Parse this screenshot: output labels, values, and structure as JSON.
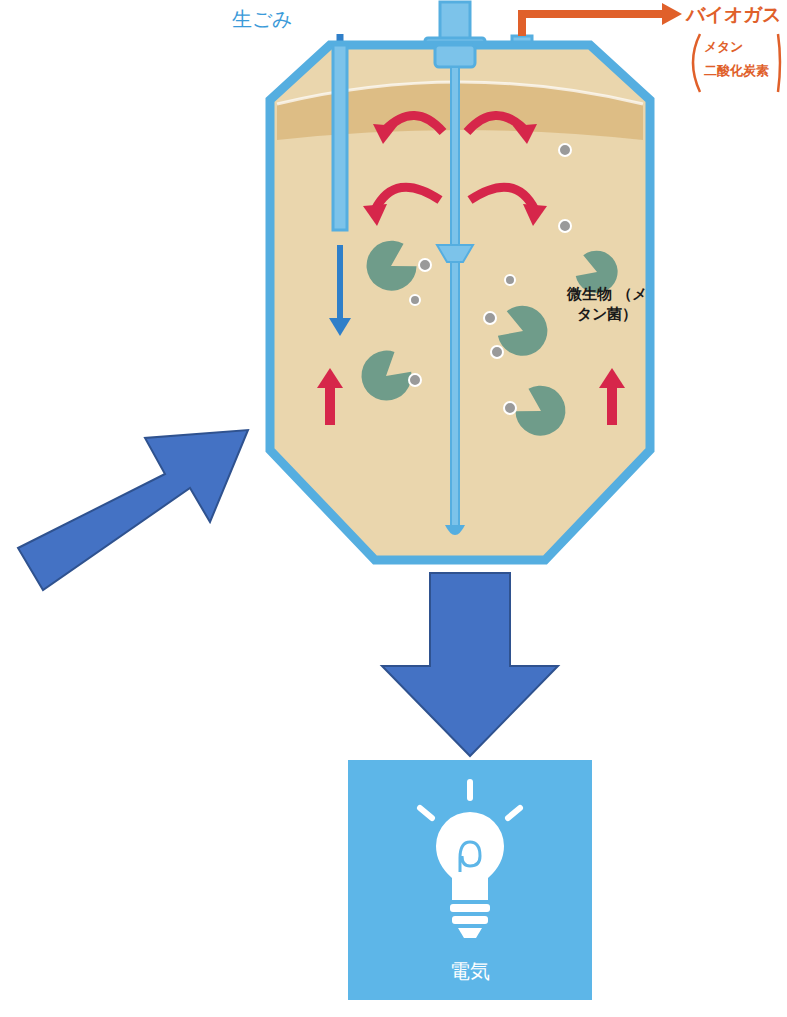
{
  "diagram": {
    "nodes": [
      {
        "text": [
          "微生物 （メタン菌）"
        ]
      },
      {
        "text": [
          "電気"
        ]
      }
    ],
    "edges": [
      {
        "from": 0,
        "to": 1,
        "arrow": "to"
      }
    ],
    "labels": [
      "生ごみ",
      "バイオガス",
      "メタン",
      "二酸化炭素"
    ]
  }
}
